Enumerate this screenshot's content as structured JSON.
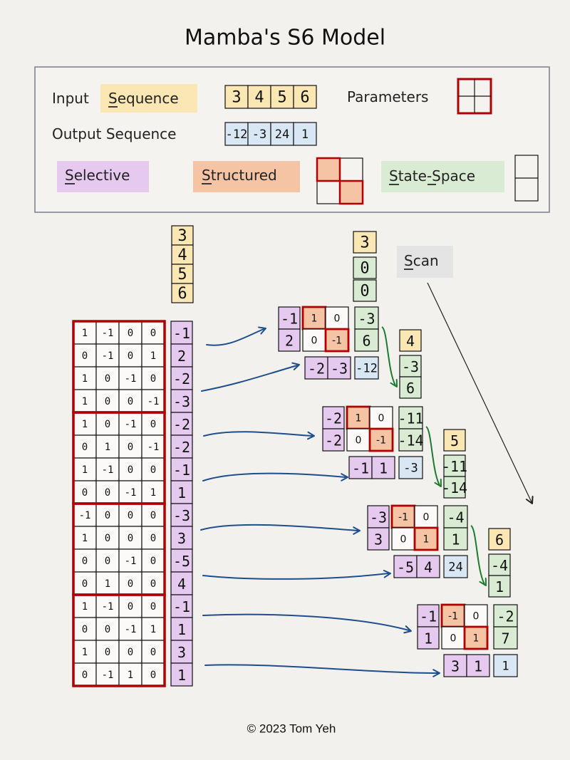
{
  "title": "Mamba's S6 Model",
  "legend": {
    "input_label": "Input",
    "input_sequence_label": "Sequence",
    "input_values": [
      "3",
      "4",
      "5",
      "6"
    ],
    "parameters_label": "Parameters",
    "output_label": "Output Sequence",
    "output_values": [
      "-12",
      "-3",
      "24",
      "1"
    ],
    "selective_label": "Selective",
    "structured_label": "Structured",
    "state_space_label": "State-Space"
  },
  "colors": {
    "input": "#fbe7b4",
    "output": "#d9e6f3",
    "selective": "#e6c9ef",
    "structured": "#f4c4a4",
    "state": "#d9ebd2",
    "param_border": "#b00000",
    "arrow": "#1f4e8c",
    "purple_text": "#4a3a9c",
    "green_text": "#1e7b2e",
    "orange_text": "#e07000",
    "dark_text": "#1a2a5a"
  },
  "input_column": [
    "3",
    "4",
    "5",
    "6"
  ],
  "weights": [
    [
      "1",
      "-1",
      "0",
      "0"
    ],
    [
      "0",
      "-1",
      "0",
      "1"
    ],
    [
      "1",
      "0",
      "-1",
      "0"
    ],
    [
      "1",
      "0",
      "0",
      "-1"
    ],
    [
      "1",
      "0",
      "-1",
      "0"
    ],
    [
      "0",
      "1",
      "0",
      "-1"
    ],
    [
      "1",
      "-1",
      "0",
      "0"
    ],
    [
      "0",
      "0",
      "-1",
      "1"
    ],
    [
      "-1",
      "0",
      "0",
      "0"
    ],
    [
      "1",
      "0",
      "0",
      "0"
    ],
    [
      "0",
      "0",
      "-1",
      "0"
    ],
    [
      "0",
      "1",
      "0",
      "0"
    ],
    [
      "1",
      "-1",
      "0",
      "0"
    ],
    [
      "0",
      "0",
      "-1",
      "1"
    ],
    [
      "1",
      "0",
      "0",
      "0"
    ],
    [
      "0",
      "-1",
      "1",
      "0"
    ]
  ],
  "projection": [
    "-1",
    "2",
    "-2",
    "-3",
    "-2",
    "-2",
    "-1",
    "1",
    "-3",
    "3",
    "-5",
    "4",
    "-1",
    "1",
    "3",
    "1"
  ],
  "initial_state": [
    "3",
    "0",
    "0"
  ],
  "scan_label": "Scan",
  "steps": [
    {
      "delta": [
        "-1",
        "2"
      ],
      "A": [
        "1",
        "0",
        "0",
        "-1"
      ],
      "h": [
        "-3",
        "6"
      ],
      "C": [
        "-2",
        "-3"
      ],
      "y": "-12",
      "next_x": "4",
      "next_h": [
        "-3",
        "6"
      ]
    },
    {
      "delta": [
        "-2",
        "-2"
      ],
      "A": [
        "1",
        "0",
        "0",
        "-1"
      ],
      "h": [
        "-11",
        "-14"
      ],
      "C": [
        "-1",
        "1"
      ],
      "y": "-3",
      "next_x": "5",
      "next_h": [
        "-11",
        "-14"
      ]
    },
    {
      "delta": [
        "-3",
        "3"
      ],
      "A": [
        "-1",
        "0",
        "0",
        "1"
      ],
      "h": [
        "-4",
        "1"
      ],
      "C": [
        "-5",
        "4"
      ],
      "y": "24",
      "next_x": "6",
      "next_h": [
        "-4",
        "1"
      ]
    },
    {
      "delta": [
        "-1",
        "1"
      ],
      "A": [
        "-1",
        "0",
        "0",
        "1"
      ],
      "h": [
        "-2",
        "7"
      ],
      "C": [
        "3",
        "1"
      ],
      "y": "1"
    }
  ],
  "footer": "© 2023 Tom Yeh"
}
